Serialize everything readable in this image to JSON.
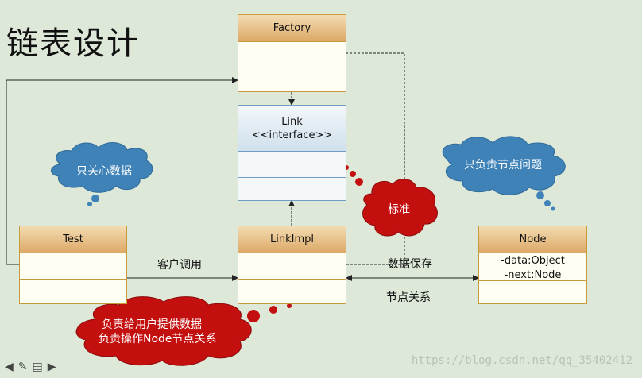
{
  "title": "链表设计",
  "classes": {
    "factory": {
      "name": "Factory"
    },
    "link": {
      "name": "Link",
      "stereotype": "<<interface>>"
    },
    "linkimpl": {
      "name": "LinkImpl"
    },
    "test": {
      "name": "Test"
    },
    "node": {
      "name": "Node",
      "attributes": [
        "-data:Object",
        "-next:Node"
      ]
    }
  },
  "labels": {
    "client_call": "客户调用",
    "data_storage": "数据保存",
    "node_relation": "节点关系"
  },
  "clouds": {
    "data_only": "只关心数据",
    "node_only": "只负责节点问题",
    "standard": "标准",
    "linkimpl_note_line1": "负责给用户提供数据",
    "linkimpl_note_line2": "负责操作Node节点关系"
  },
  "watermark": "https://blog.csdn.net/qq_35402412",
  "colors": {
    "class_border": "#c89a3c",
    "interface_border": "#6f9ec2",
    "cloud_blue": "#3e82b8",
    "cloud_red": "#c40f0f"
  }
}
